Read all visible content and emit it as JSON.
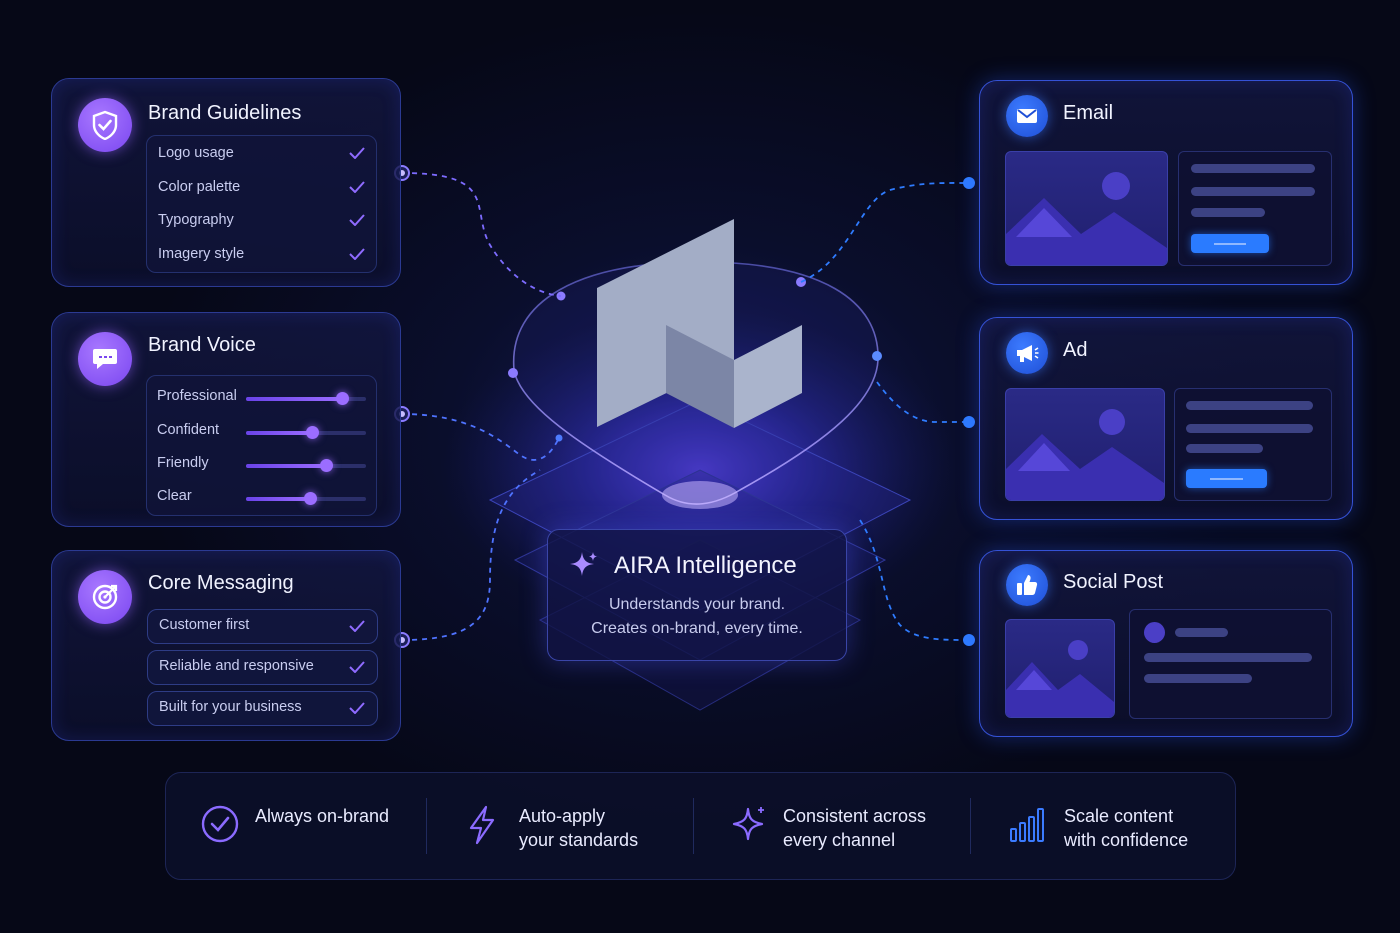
{
  "brand_guidelines": {
    "title": "Brand Guidelines",
    "icon": "shield-check-icon",
    "items": [
      "Logo usage",
      "Color palette",
      "Typography",
      "Imagery style"
    ]
  },
  "brand_voice": {
    "title": "Brand Voice",
    "icon": "chat-bubble-icon",
    "traits": [
      {
        "label": "Professional",
        "level": 0.8
      },
      {
        "label": "Confident",
        "level": 0.55
      },
      {
        "label": "Friendly",
        "level": 0.67
      },
      {
        "label": "Clear",
        "level": 0.53
      }
    ]
  },
  "core_messaging": {
    "title": "Core Messaging",
    "icon": "target-icon",
    "items": [
      "Customer first",
      "Reliable and responsive",
      "Built for your business"
    ]
  },
  "center": {
    "title": "AIRA Intelligence",
    "line1": "Understands your brand.",
    "line2": "Creates on-brand, every time.",
    "icon": "sparkle-icon"
  },
  "outputs": {
    "email": {
      "title": "Email",
      "icon": "envelope-icon"
    },
    "ad": {
      "title": "Ad",
      "icon": "megaphone-icon"
    },
    "social": {
      "title": "Social Post",
      "icon": "thumbs-up-icon"
    }
  },
  "features": [
    {
      "line1": "Always on-brand",
      "line2": "",
      "icon": "check-circle-icon"
    },
    {
      "line1": "Auto-apply",
      "line2": "your standards",
      "icon": "lightning-icon"
    },
    {
      "line1": "Consistent across",
      "line2": "every channel",
      "icon": "sparkle-icon"
    },
    {
      "line1": "Scale content",
      "line2": "with confidence",
      "icon": "bar-chart-icon"
    }
  ],
  "colors": {
    "accent_purple": "#8b5cf6",
    "accent_blue": "#2a7bff",
    "background": "#070a1d"
  }
}
